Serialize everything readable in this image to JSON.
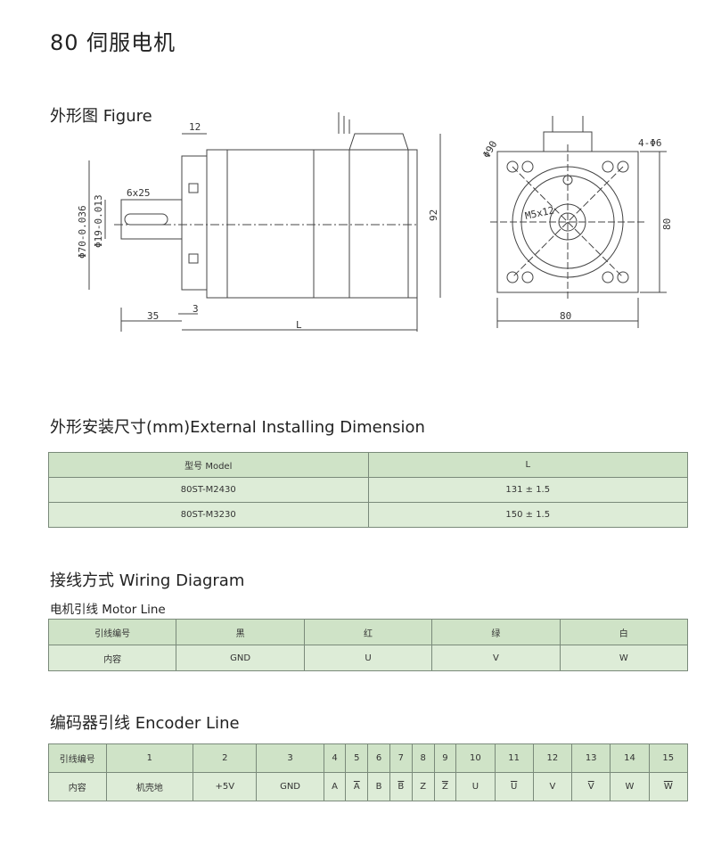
{
  "page_title": "80 伺服电机",
  "figure": {
    "heading": "外形图 Figure",
    "dims": {
      "d12": "12",
      "d6x25": "6x25",
      "d70": "Φ70-0.036",
      "d19": "Φ19-0.013",
      "d92": "92",
      "d35": "35",
      "d3": "3",
      "dL": "L",
      "d90": "Φ90",
      "d4phi6": "4-Φ6",
      "m5x12": "M5x12",
      "d80h": "80",
      "d80v": "80"
    }
  },
  "dimension_section": {
    "heading": "外形安装尺寸(mm)External Installing Dimension",
    "header": {
      "model": "型号 Model",
      "l": "L"
    },
    "rows": [
      {
        "model": "80ST-M2430",
        "l": "131 ± 1.5"
      },
      {
        "model": "80ST-M3230",
        "l": "150 ± 1.5"
      }
    ]
  },
  "wiring": {
    "heading": "接线方式 Wiring Diagram",
    "motor_line": {
      "heading": "电机引线 Motor Line",
      "row1": [
        "引线编号",
        "黑",
        "红",
        "绿",
        "白"
      ],
      "row2": [
        "内容",
        "GND",
        "U",
        "V",
        "W"
      ]
    }
  },
  "encoder": {
    "heading": "编码器引线 Encoder Line",
    "numbers": [
      "引线编号",
      "1",
      "2",
      "3",
      "4",
      "5",
      "6",
      "7",
      "8",
      "9",
      "10",
      "11",
      "12",
      "13",
      "14",
      "15"
    ],
    "contents": [
      "内容",
      "机壳地",
      "+5V",
      "GND",
      "A",
      "A",
      "B",
      "B",
      "Z",
      "Z",
      "U",
      "U",
      "V",
      "V",
      "W",
      "W"
    ],
    "overlined": [
      false,
      false,
      false,
      false,
      false,
      true,
      false,
      true,
      false,
      true,
      false,
      true,
      false,
      true,
      false,
      true
    ]
  }
}
